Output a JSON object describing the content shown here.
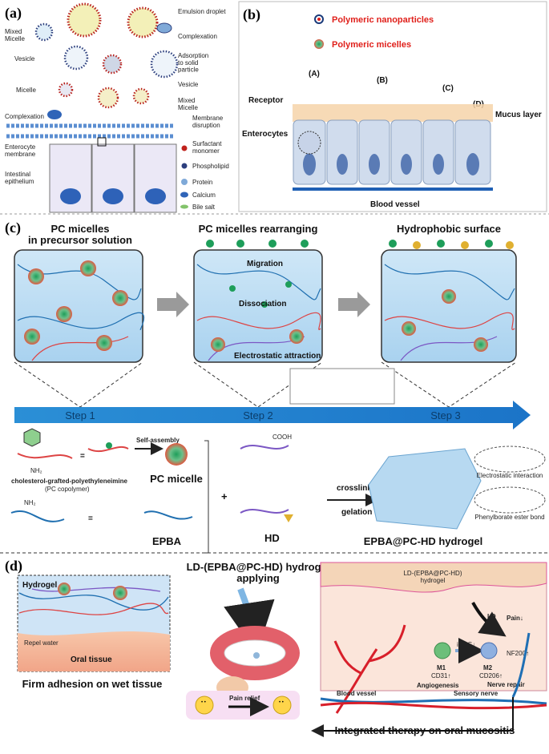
{
  "panel_a": {
    "tag": "(a)",
    "labels": {
      "emulsion_droplet": "Emulsion droplet",
      "mixed_micelle_left": "Mixed\nMicelle",
      "complexation_right": "Complexation",
      "vesicle_left": "Vesicle",
      "adsorption": "Adsorption\nto solid\nparticle",
      "micelle": "Micelle",
      "vesicle_right": "Vesicle",
      "complexation_left": "Complexation",
      "mixed_micelle_right": "Mixed\nMicelle",
      "enterocyte_membrane": "Enterocyte\nmembrane",
      "membrane_disruption": "Membrane\ndisruption",
      "intestinal_epithelium": "Intestinal\nepithelium"
    },
    "legend": [
      "Surfactant\nmonomer",
      "Phospholipid",
      "Protein",
      "Calcium",
      "Bile salt"
    ]
  },
  "panel_b": {
    "tag": "(b)",
    "legend_nano": "Polymeric nanoparticles",
    "legend_micelle": "Polymeric micelles",
    "routes": [
      "(A)",
      "(B)",
      "(C)",
      "(D)"
    ],
    "receptor": "Receptor",
    "mucus": "Mucus layer",
    "enterocytes": "Enterocytes",
    "blood_vessel": "Blood vessel"
  },
  "panel_c": {
    "tag": "(c)",
    "stage1_title_l1": "PC micelles",
    "stage1_title_l2": "in precursor solution",
    "stage2_title": "PC micelles rearranging",
    "stage3_title": "Hydrophobic surface",
    "migration": "Migration",
    "dissociation": "Dissociation",
    "electrostatic": "Electrostatic attraction",
    "steps": [
      "Step 1",
      "Step 2",
      "Step 3"
    ],
    "self_assembly": "Self-assembly",
    "nh2": "NH₂",
    "nh2b": "NH₂",
    "cooh": "COOH",
    "eq": "=",
    "copolymer_l1": "cholesterol-grafted-polyethyleneimine",
    "copolymer_l2": "(PC copolymer)",
    "pc_micelle": "PC micelle",
    "epba": "EPBA",
    "hd": "HD",
    "plus": "+",
    "crosslinking": "crosslinking",
    "gelation": "gelation",
    "hydrogel": "EPBA@PC-HD hydrogel",
    "electrostatic_interaction": "Electrostatic interaction",
    "phenylborate": "Phenylborate ester bond"
  },
  "panel_d": {
    "tag": "(d)",
    "applying_l1": "LD-(EPBA@PC-HD) hydrogel",
    "applying_l2": "applying",
    "hydrogel": "Hydrogel",
    "repel_water": "Repel water",
    "oral_tissue": "Oral tissue",
    "firm_adhesion": "Firm adhesion on wet tissue",
    "pain_relief": "Pain relief",
    "right_hydrogel_l1": "LD-(EPBA@PC-HD)",
    "right_hydrogel_l2": "hydrogel",
    "ld": "LD",
    "pain": "Pain↓",
    "inos": "iNOS↓",
    "m1": "M1",
    "m2": "M2",
    "cd206": "CD206↑",
    "nf200": "NF200↑",
    "cd31": "CD31↑",
    "angiogenesis": "Angiogenesis",
    "nerve_repair": "Nerve repair",
    "blood_vessel": "Blood vessel",
    "sensory_nerve": "Sensory nerve",
    "integrated": "Integrated therapy on oral mucositis"
  }
}
